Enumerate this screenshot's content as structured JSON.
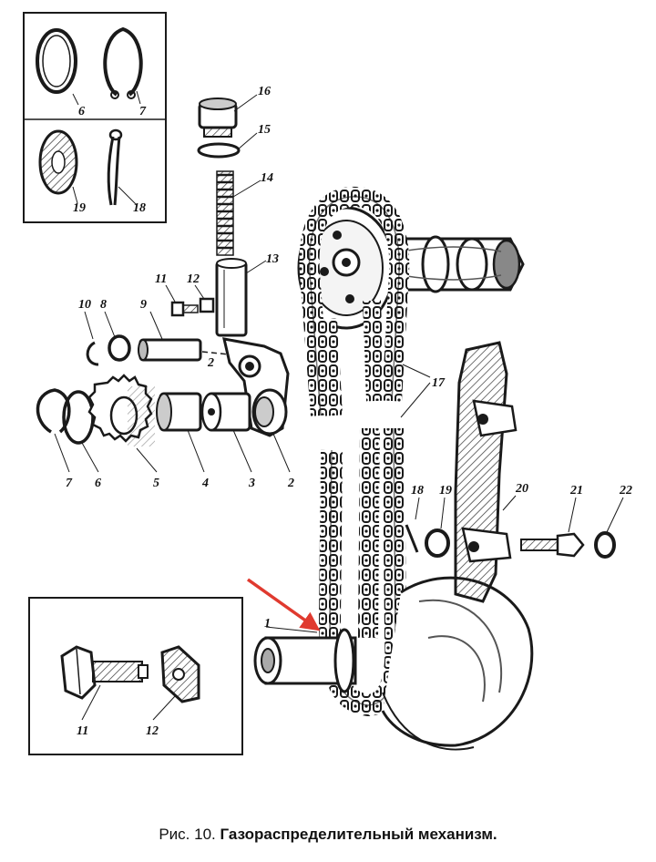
{
  "figure": {
    "caption_prefix": "Рис. 10.",
    "caption_title": "Газораспределительный механизм."
  },
  "callouts": {
    "inset_top": [
      "6",
      "7",
      "19",
      "18"
    ],
    "parts": [
      "16",
      "15",
      "14",
      "13",
      "11",
      "12",
      "10",
      "8",
      "9",
      "2",
      "7",
      "6",
      "5",
      "4",
      "3",
      "2",
      "17",
      "1",
      "18",
      "19",
      "20",
      "21",
      "22"
    ],
    "inset_bottom": [
      "11",
      "12"
    ]
  },
  "colors": {
    "ink": "#1a1a1a",
    "paper": "#ffffff",
    "arrow": "#e03a2f"
  }
}
